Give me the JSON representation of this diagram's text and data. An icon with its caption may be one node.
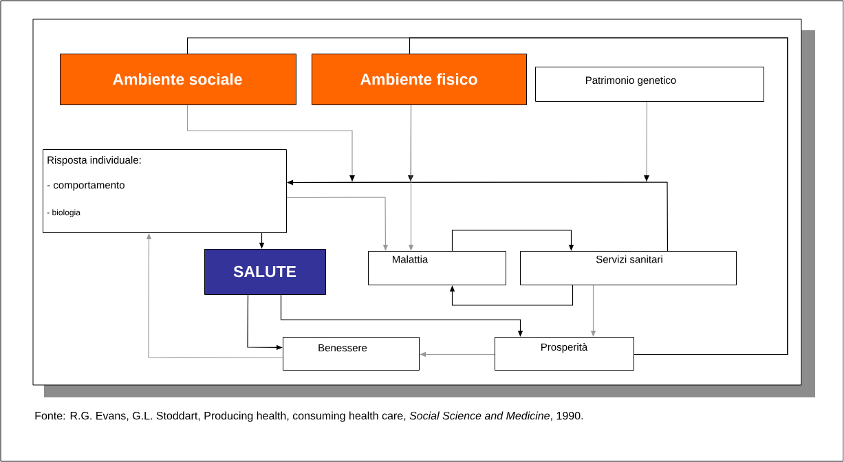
{
  "diagram": {
    "caption": "Fonte: R.G. Evans, G.L. Stoddart, Producing health, consuming health care, *Social Science and Medicine*, 1990.",
    "nodes": [
      {
        "text": [
          "Ambiente sociale"
        ]
      },
      {
        "text": [
          "Ambiente fisico"
        ]
      },
      {
        "text": [
          "Patrimonio genetico"
        ]
      },
      {
        "text": [
          "Risposta individuale:",
          "- comportamento",
          "- biologia"
        ]
      },
      {
        "text": [
          "SALUTE"
        ]
      },
      {
        "text": [
          "Malattia"
        ]
      },
      {
        "text": [
          "Servizi sanitari"
        ]
      },
      {
        "text": [
          "Benessere"
        ]
      },
      {
        "text": [
          "Prosperità"
        ]
      }
    ],
    "edges": [
      {
        "from": 8,
        "to": 0,
        "arrow": "none"
      },
      {
        "from": 8,
        "to": 1,
        "arrow": "none"
      },
      {
        "from": 0,
        "to": 3,
        "arrow": "to",
        "color": "#999999"
      },
      {
        "from": 1,
        "to": 3,
        "arrow": "to",
        "color": "#999999"
      },
      {
        "from": 2,
        "to": 3,
        "arrow": "to",
        "color": "#999999"
      },
      {
        "from": 6,
        "to": 3,
        "arrow": "to"
      },
      {
        "from": 1,
        "to": 5,
        "arrow": "to",
        "color": "#999999"
      },
      {
        "from": 3,
        "to": 5,
        "arrow": "to",
        "color": "#999999"
      },
      {
        "from": 3,
        "to": 4,
        "arrow": "to"
      },
      {
        "from": 5,
        "to": 6,
        "arrow": "to"
      },
      {
        "from": 6,
        "to": 5,
        "arrow": "to"
      },
      {
        "from": 6,
        "to": 8,
        "arrow": "to",
        "color": "#999999"
      },
      {
        "from": 4,
        "to": 7,
        "arrow": "to"
      },
      {
        "from": 4,
        "to": 8,
        "arrow": "to"
      },
      {
        "from": 8,
        "to": 7,
        "arrow": "to",
        "color": "#999999"
      },
      {
        "from": 7,
        "to": 3,
        "arrow": "to",
        "color": "#999999"
      }
    ]
  }
}
